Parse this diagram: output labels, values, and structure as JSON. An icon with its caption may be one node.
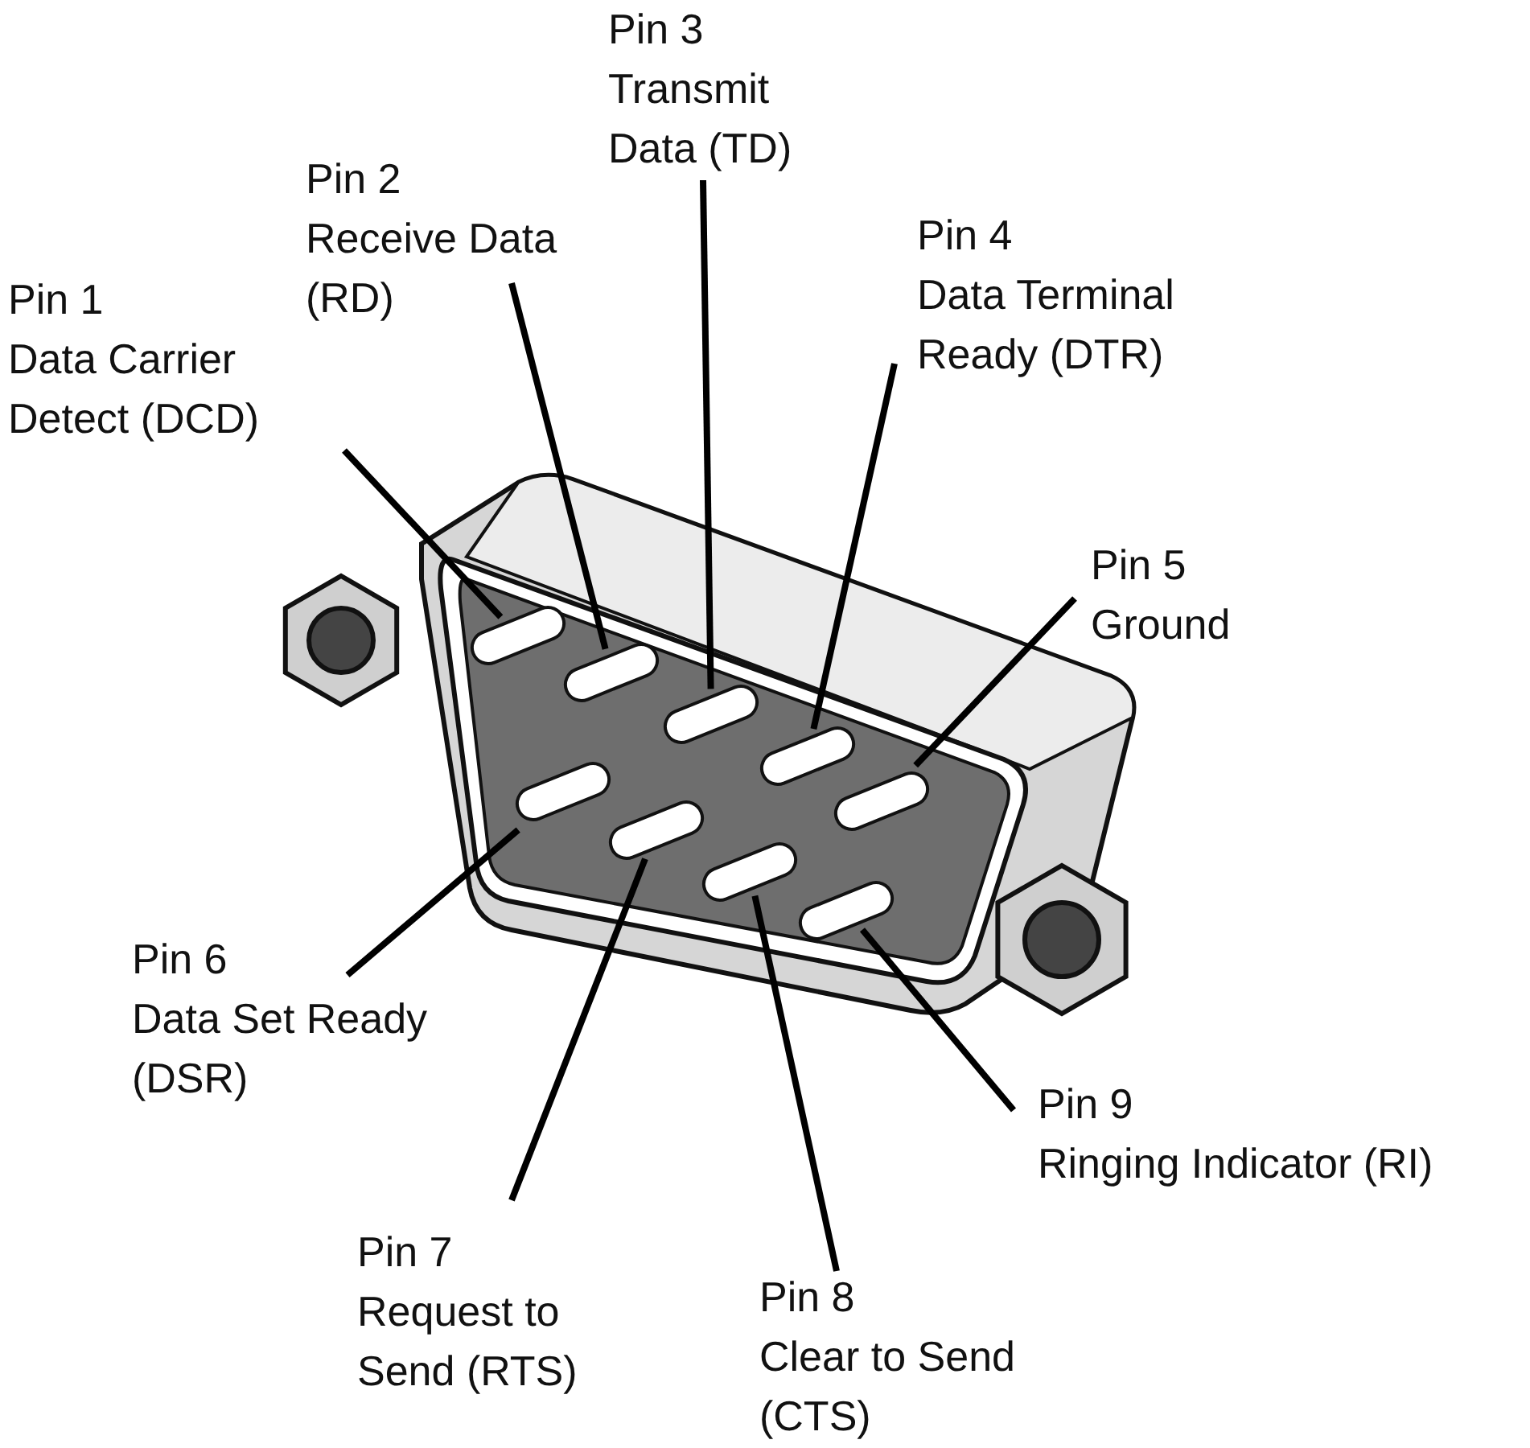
{
  "diagram": {
    "nodes": [
      {
        "text": [
          "Pin 1",
          "Data Carrier Detect (DCD)"
        ]
      },
      {
        "text": [
          "Pin 2",
          "Receive Data (RD)"
        ]
      },
      {
        "text": [
          "Pin 3",
          "Transmit Data (TD)"
        ]
      },
      {
        "text": [
          "Pin 4",
          "Data Terminal Ready (DTR)"
        ]
      },
      {
        "text": [
          "Pin 5",
          "Ground"
        ]
      },
      {
        "text": [
          "Pin 6",
          "Data Set Ready (DSR)"
        ]
      },
      {
        "text": [
          "Pin 7",
          "Request to Send (RTS)"
        ]
      },
      {
        "text": [
          "Pin 8",
          "Clear to Send (CTS)"
        ]
      },
      {
        "text": [
          "Pin 9",
          "Ringing Indicator (RI)"
        ]
      },
      {
        "text": [],
        "shape": "bar"
      },
      {
        "text": [],
        "shape": "bar"
      },
      {
        "text": [],
        "shape": "bar"
      },
      {
        "text": [],
        "shape": "bar"
      },
      {
        "text": [],
        "shape": "bar"
      },
      {
        "text": [],
        "shape": "bar"
      },
      {
        "text": [],
        "shape": "bar"
      },
      {
        "text": [],
        "shape": "bar"
      },
      {
        "text": [],
        "shape": "bar"
      }
    ],
    "edges": [
      {
        "from": 0,
        "to": 9,
        "arrow": "none"
      },
      {
        "from": 1,
        "to": 10,
        "arrow": "none"
      },
      {
        "from": 2,
        "to": 11,
        "arrow": "none"
      },
      {
        "from": 3,
        "to": 12,
        "arrow": "none"
      },
      {
        "from": 4,
        "to": 13,
        "arrow": "none"
      },
      {
        "from": 5,
        "to": 14,
        "arrow": "none"
      },
      {
        "from": 6,
        "to": 15,
        "arrow": "none"
      },
      {
        "from": 7,
        "to": 16,
        "arrow": "none"
      },
      {
        "from": 8,
        "to": 17,
        "arrow": "none"
      }
    ]
  }
}
